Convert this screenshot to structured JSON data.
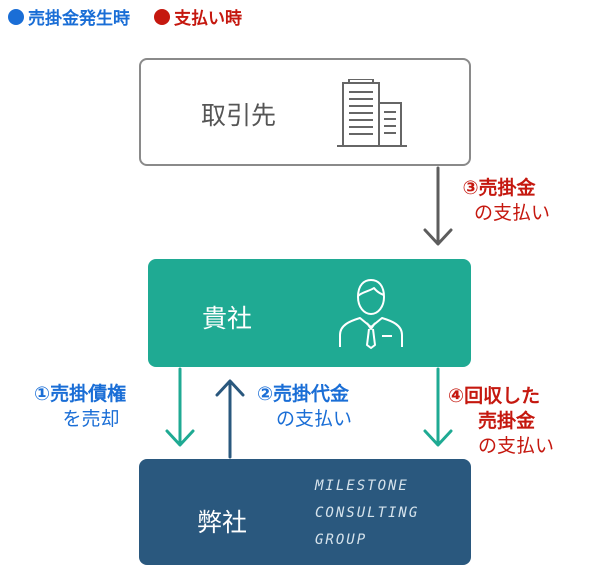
{
  "colors": {
    "blue": "#1a6ed6",
    "red": "#c5180f",
    "teal": "#1faa93",
    "navy": "#2a587e",
    "gray": "#5d5d5d",
    "box_border": "#8a8a8a"
  },
  "legend": {
    "occurrence": "売掛金発生時",
    "payment": "支払い時"
  },
  "boxes": {
    "client": {
      "label": "取引先",
      "icon": "building-icon"
    },
    "you": {
      "label": "貴社",
      "icon": "businessman-icon"
    },
    "us": {
      "label": "弊社",
      "group_lines": [
        "MILESTONE",
        "CONSULTING",
        "GROUP"
      ]
    }
  },
  "flows": {
    "step3": {
      "title": "③売掛金",
      "sub": "の支払い"
    },
    "step1": {
      "title": "①売掛債権",
      "sub": "を売却"
    },
    "step2": {
      "title": "②売掛代金",
      "sub": "の支払い"
    },
    "step4": {
      "title_1": "④回収した",
      "title_2": "売掛金",
      "sub": "の支払い"
    }
  }
}
